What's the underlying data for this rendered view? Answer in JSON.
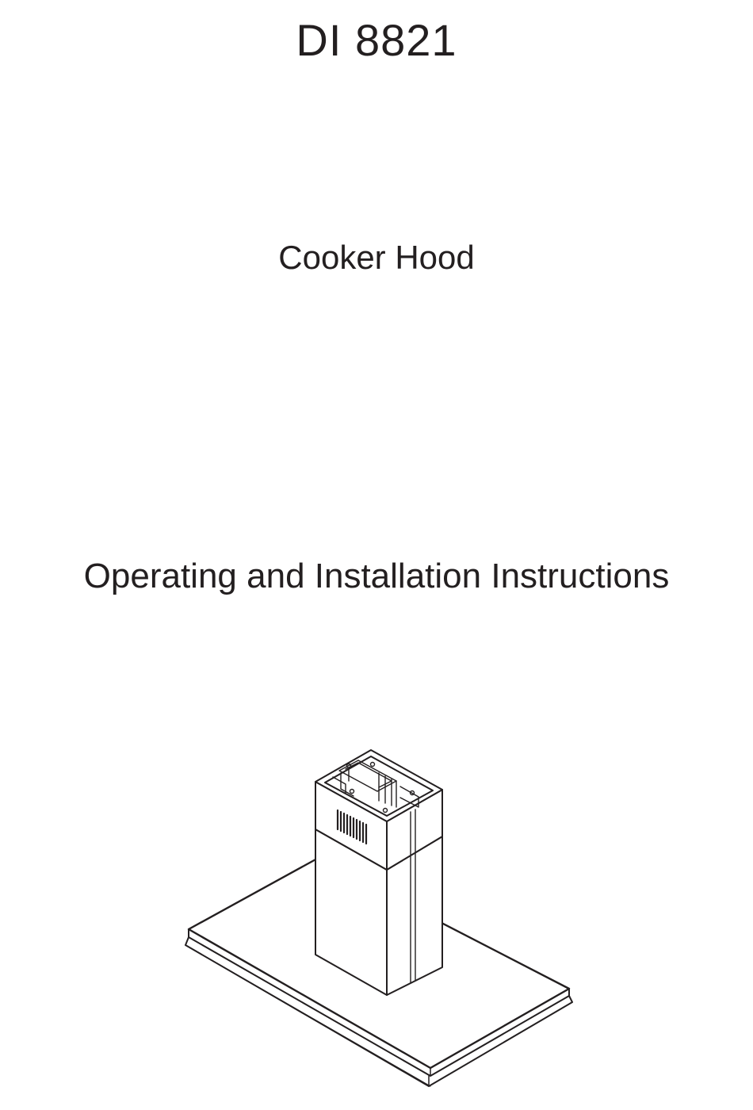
{
  "cover": {
    "model": "DI 8821",
    "product": "Cooker Hood",
    "subtitle": "Operating and Installation Instructions"
  },
  "illustration": {
    "subject": "island-cooker-hood-drawing",
    "line_color": "#231f20"
  }
}
